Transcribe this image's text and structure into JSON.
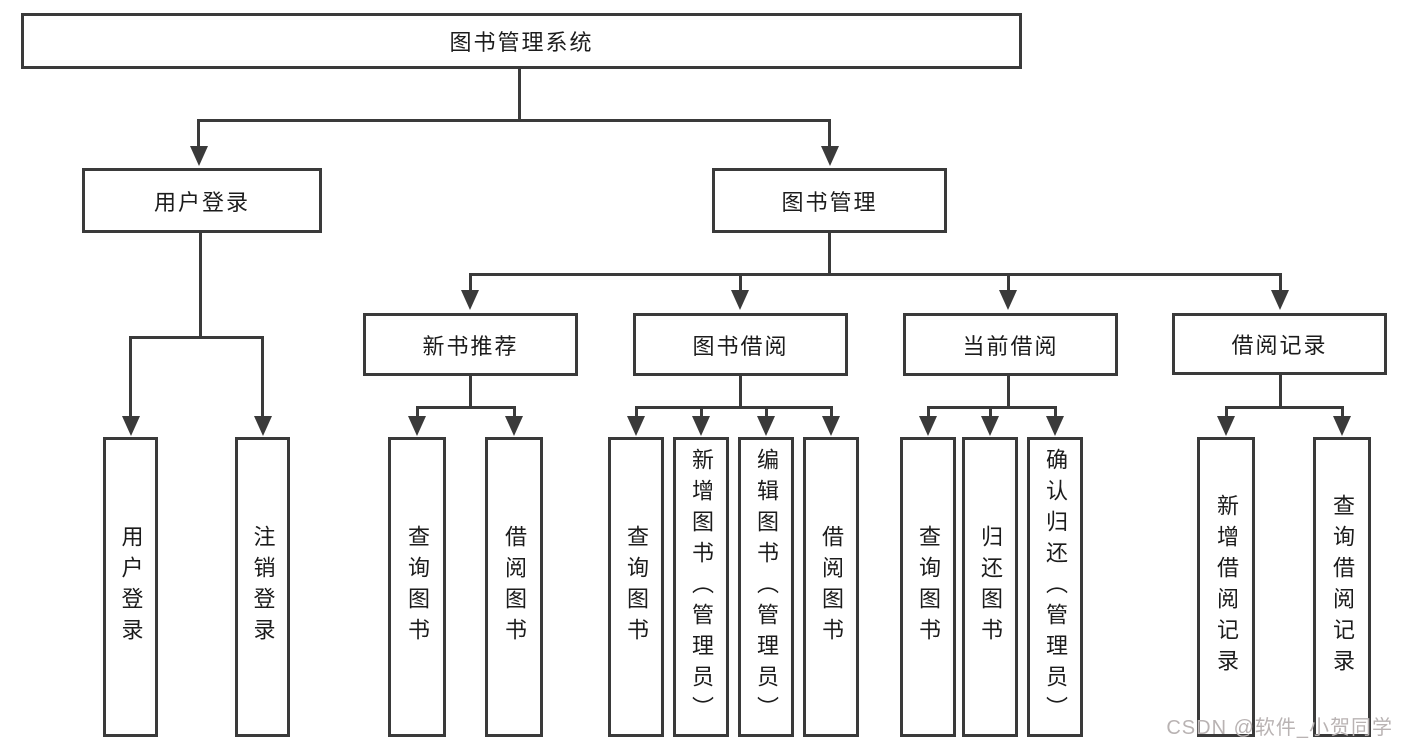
{
  "diagram": {
    "root": {
      "label": "图书管理系统"
    },
    "level2": [
      {
        "label": "用户登录",
        "children": [
          {
            "label": "用户登录"
          },
          {
            "label": "注销登录"
          }
        ]
      },
      {
        "label": "图书管理"
      }
    ],
    "modules": [
      {
        "label": "新书推荐",
        "children": [
          {
            "label": "查询图书"
          },
          {
            "label": "借阅图书"
          }
        ]
      },
      {
        "label": "图书借阅",
        "children": [
          {
            "label": "查询图书"
          },
          {
            "label": "新增图书（管理员）"
          },
          {
            "label": "编辑图书（管理员）"
          },
          {
            "label": "借阅图书"
          }
        ]
      },
      {
        "label": "当前借阅",
        "children": [
          {
            "label": "查询图书"
          },
          {
            "label": "归还图书"
          },
          {
            "label": "确认归还（管理员）"
          }
        ]
      },
      {
        "label": "借阅记录",
        "children": [
          {
            "label": "新增借阅记录"
          },
          {
            "label": "查询借阅记录"
          }
        ]
      }
    ]
  },
  "watermark": {
    "text": "CSDN @软件_小贺同学"
  },
  "colors": {
    "line": "#3a3a3a",
    "box_border": "#3a3a3a",
    "box_bg": "#ffffff",
    "text": "#1c1c1c",
    "watermark": "#b9b3b3"
  }
}
